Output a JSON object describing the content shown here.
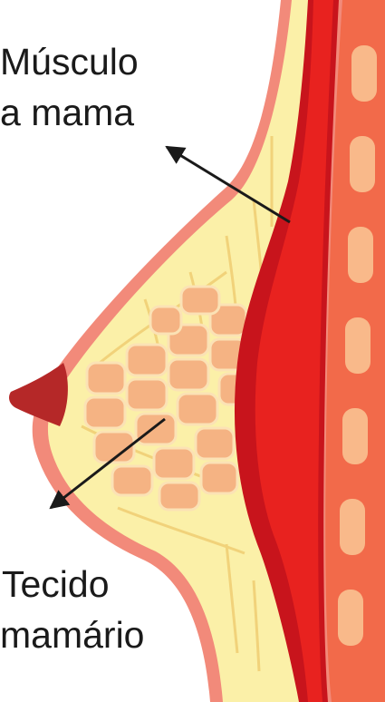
{
  "labels": {
    "muscle_line1": "Músculo",
    "muscle_line2": "a mama",
    "tissue_line1": "Tecido",
    "tissue_line2": "mamário"
  },
  "colors": {
    "skin_outer": "#f28a7a",
    "fat": "#fbf0a8",
    "gland_lobule": "#f5b383",
    "muscle_dark": "#c8141c",
    "muscle_bright": "#e8221f",
    "chest_wall": "#f26a4a",
    "rib": "#f9b98a",
    "nipple": "#b52828",
    "arrow": "#1a1a1a"
  }
}
